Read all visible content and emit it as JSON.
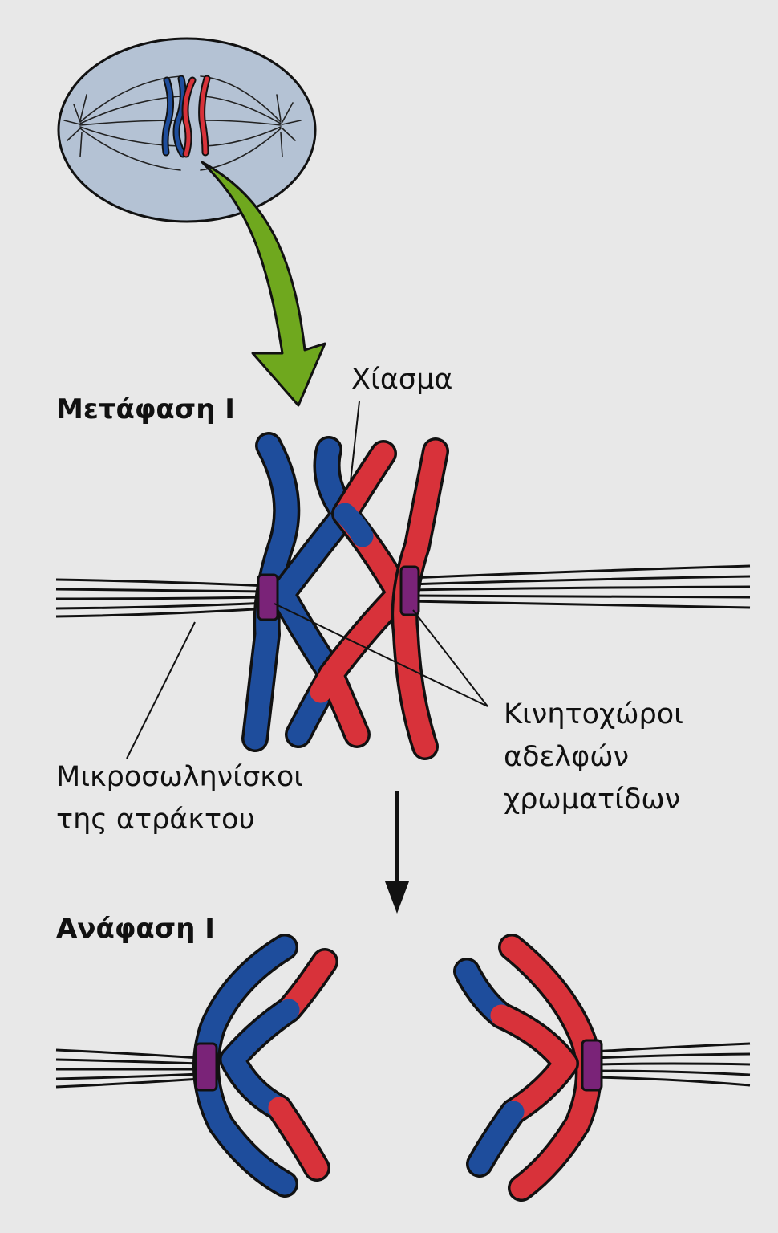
{
  "colors": {
    "background": "#e8e8e8",
    "cell": "#b4c2d4",
    "blue_chromatid": "#1e4d9c",
    "red_chromatid": "#d8323a",
    "kinetochore": "#7a2378",
    "arrow_green": "#6fa81e",
    "outline": "#111111"
  },
  "labels": {
    "metaphase_title": "Μετάφαση I",
    "chiasma": "Χίασμα",
    "kinetochores_line1": "Κινητοχώροι",
    "kinetochores_line2": "αδελφών",
    "kinetochores_line3": "χρωματίδων",
    "microtubules_line1": "Μικροσωληνίσκοι",
    "microtubules_line2": "της ατράκτου",
    "anaphase_title": "Ανάφαση I"
  }
}
